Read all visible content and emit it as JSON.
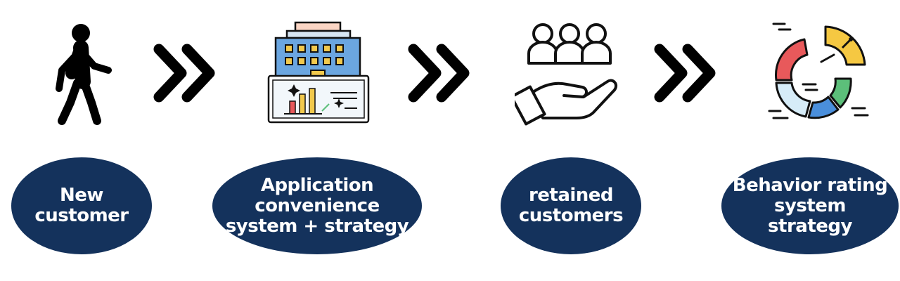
{
  "steps": [
    {
      "icon": "walking-person-icon",
      "label_lines": [
        "New",
        "customer"
      ]
    },
    {
      "icon": "office-building-with-chart-icon",
      "label_lines": [
        "Application",
        "convenience",
        "system + strategy"
      ]
    },
    {
      "icon": "hand-holding-people-icon",
      "label_lines": [
        "retained",
        "customers"
      ]
    },
    {
      "icon": "segmented-donut-chart-icon",
      "label_lines": [
        "Behavior rating",
        "system",
        "strategy"
      ]
    }
  ],
  "connectors": [
    "double-chevron-right-icon",
    "double-chevron-right-icon",
    "double-chevron-right-icon"
  ],
  "colors": {
    "ellipse_fill": "#14325c",
    "ellipse_text": "#ffffff",
    "icon_outline": "#111111",
    "building_blue": "#6ba6e0",
    "window_yellow": "#f2c94c",
    "donut_red": "#e8595b",
    "donut_yellow": "#f5c842",
    "donut_green": "#5cbf7a",
    "donut_blue": "#4a8fdc",
    "donut_lightblue": "#d6ecf8"
  }
}
